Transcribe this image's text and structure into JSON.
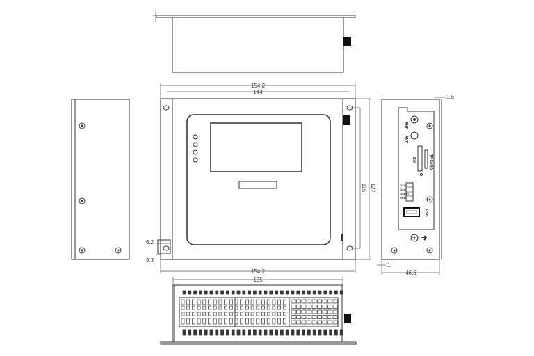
{
  "dimensions": {
    "top_width_outer": "154.2",
    "top_width_inner": "144",
    "bottom_width_outer": "154.2",
    "bottom_view_width": "135",
    "height_inner": "115",
    "height_outer": "127",
    "flange_offset": "6.2",
    "flange_edge": "3.3",
    "side_depth": "46.6",
    "side_flange": "1.5",
    "side_offset": "1"
  },
  "side_panel_labels": {
    "ant1": "ANT",
    "ant2": "ANT",
    "sim": "SIM",
    "tf_card": "TF CARD",
    "power_pins": [
      "12V+",
      "12V-",
      "12BAT",
      "GND"
    ],
    "usb": "USB"
  },
  "front_view": {
    "led_count": 4
  }
}
